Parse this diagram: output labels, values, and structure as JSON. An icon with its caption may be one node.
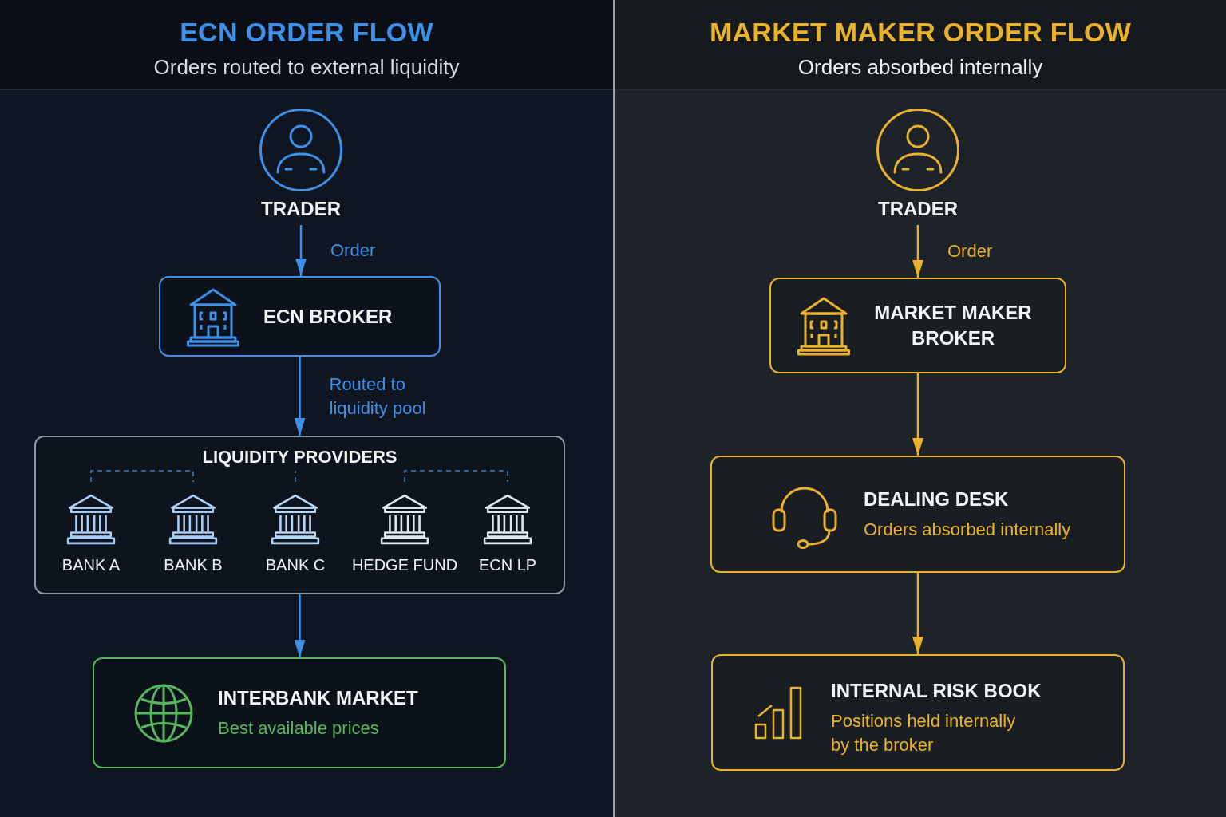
{
  "diagram": {
    "nodes": [
      {
        "text": [
          "ECN ORDER FLOW",
          "Orders routed to external liquidity"
        ]
      },
      {
        "text": [
          "TRADER"
        ],
        "in": 0
      },
      {
        "text": [
          "ECN BROKER"
        ],
        "in": 0
      },
      {
        "text": [
          "LIQUIDITY PROVIDERS"
        ],
        "in": 0
      },
      {
        "text": [
          "BANK A"
        ],
        "in": 3
      },
      {
        "text": [
          "BANK B"
        ],
        "in": 3
      },
      {
        "text": [
          "BANK C"
        ],
        "in": 3
      },
      {
        "text": [
          "HEDGE FUND"
        ],
        "in": 3
      },
      {
        "text": [
          "ECN LP"
        ],
        "in": 3
      },
      {
        "text": [
          "INTERBANK MARKET",
          "Best available prices"
        ],
        "in": 0
      },
      {
        "text": [
          "MARKET MAKER ORDER FLOW",
          "Orders absorbed internally"
        ]
      },
      {
        "text": [
          "TRADER"
        ],
        "in": 10
      },
      {
        "text": [
          "MARKET MAKER BROKER"
        ],
        "in": 10
      },
      {
        "text": [
          "DEALING DESK",
          "Orders absorbed internally"
        ],
        "in": 10
      },
      {
        "text": [
          "INTERNAL RISK BOOK",
          "Positions held internally by the broker"
        ],
        "in": 10
      }
    ],
    "edges": [
      {
        "from": 1,
        "to": 2,
        "arrow": "to",
        "label": "Order",
        "color": "#3d8fe8"
      },
      {
        "from": 2,
        "to": 3,
        "arrow": "to",
        "label": "Routed to liquidity pool",
        "color": "#3d8fe8"
      },
      {
        "from": 4,
        "to": 5,
        "arrow": "none",
        "style": "dashed",
        "color": "#3a7cc4"
      },
      {
        "from": 6,
        "to": null,
        "arrow": "none",
        "style": "dashed",
        "color": "#3a7cc4"
      },
      {
        "from": 7,
        "to": 8,
        "arrow": "none",
        "style": "dashed",
        "color": "#3a7cc4"
      },
      {
        "from": 3,
        "to": 9,
        "arrow": "to",
        "color": "#3d8fe8"
      },
      {
        "from": 11,
        "to": 12,
        "arrow": "to",
        "label": "Order",
        "color": "#e9b22c"
      },
      {
        "from": 12,
        "to": 13,
        "arrow": "to",
        "color": "#e9b22c"
      },
      {
        "from": 13,
        "to": 14,
        "arrow": "to",
        "color": "#e9b22c"
      }
    ]
  }
}
